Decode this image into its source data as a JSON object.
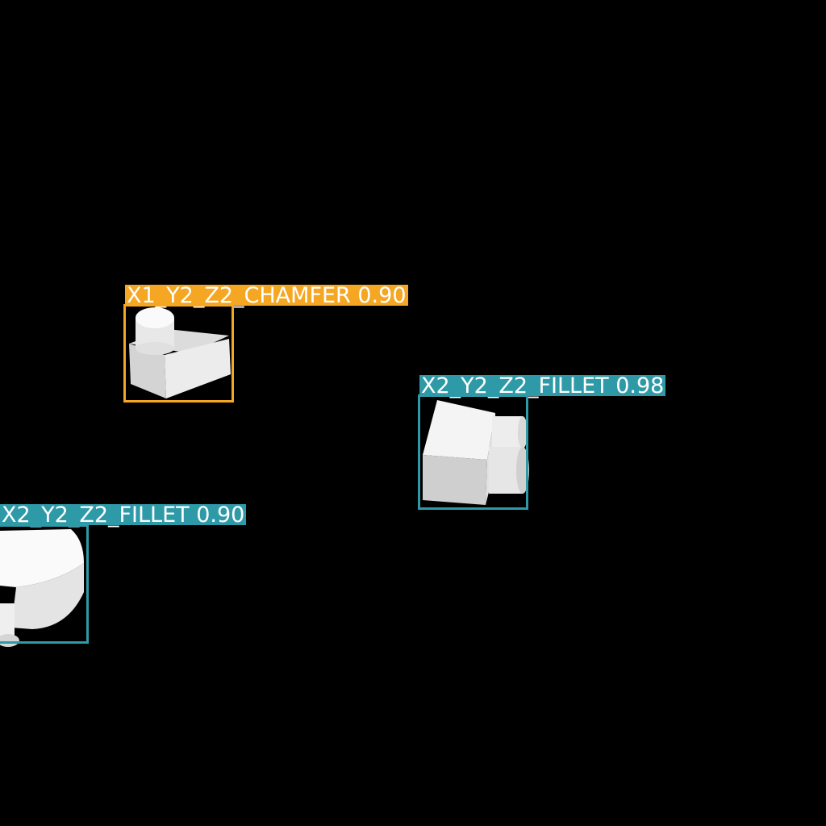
{
  "detections": [
    {
      "label": "X1_Y2_Z2_CHAMFER 0.90",
      "color": "#f5a623"
    },
    {
      "label": "X2_Y2_Z2_FILLET 0.98",
      "color": "#2e9aa8"
    },
    {
      "label": "X2_Y2_Z2_FILLET 0.90",
      "color": "#2e9aa8"
    }
  ],
  "background_color": "#000000",
  "object_color": "#f2f2f2"
}
